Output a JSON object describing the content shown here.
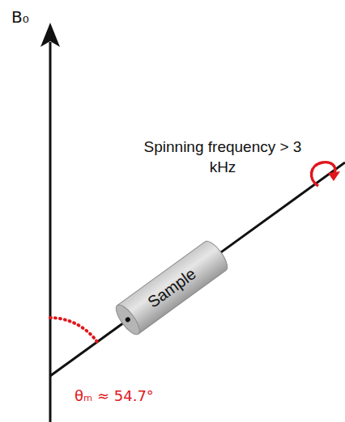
{
  "diagram": {
    "nodes": [
      {
        "text": [
          "Sample"
        ]
      }
    ],
    "labels": [
      "B₀",
      "Spinning frequency > 3 kHz",
      "θₘ ≈ 54.7°"
    ]
  }
}
